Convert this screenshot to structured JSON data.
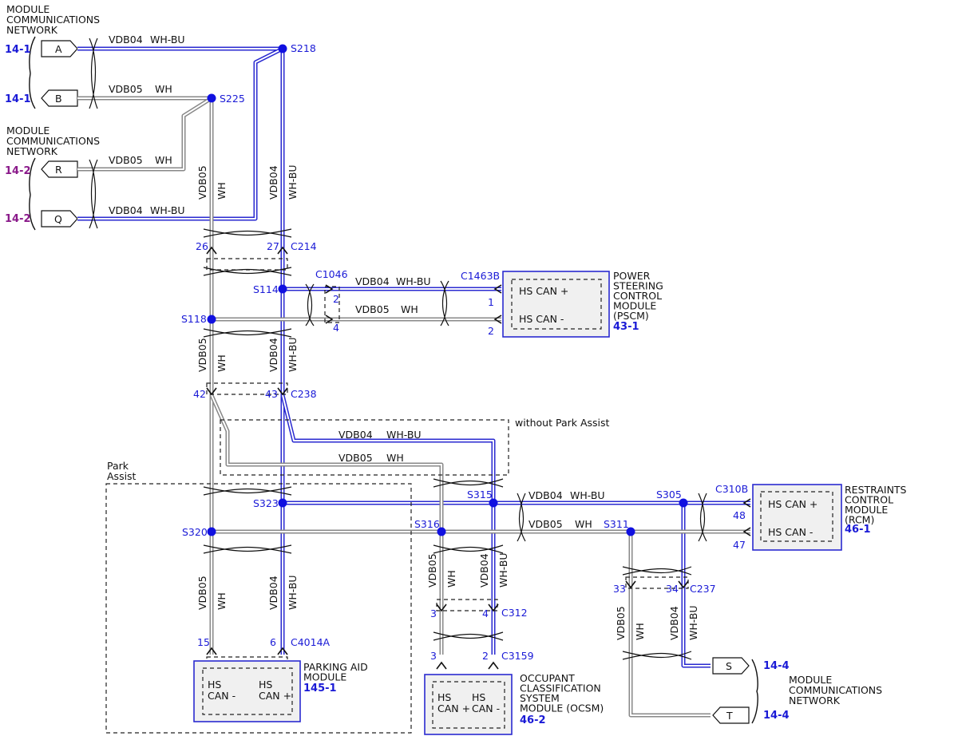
{
  "network_labels": {
    "top": [
      "MODULE",
      "COMMUNICATIONS",
      "NETWORK"
    ],
    "middle": [
      "MODULE",
      "COMMUNICATIONS",
      "NETWORK"
    ],
    "bottom_right": [
      "MODULE",
      "COMMUNICATIONS",
      "NETWORK"
    ]
  },
  "page_refs": {
    "a": "14-1",
    "b": "14-1",
    "r": "14-2",
    "q": "14-2",
    "s": "14-4",
    "t": "14-4"
  },
  "connectors_offpage": {
    "a": "A",
    "b": "B",
    "r": "R",
    "q": "Q",
    "s": "S",
    "t": "T"
  },
  "wires": {
    "vdb04": "VDB04",
    "vdb05": "VDB05",
    "whbu": "WH-BU",
    "wh": "WH"
  },
  "splices": {
    "s218": "S218",
    "s225": "S225",
    "s114": "S114",
    "s118": "S118",
    "s323": "S323",
    "s320": "S320",
    "s315": "S315",
    "s316": "S316",
    "s305": "S305",
    "s311": "S311"
  },
  "connectors": {
    "c214": "C214",
    "c1046": "C1046",
    "c1463b": "C1463B",
    "c238": "C238",
    "c310b": "C310B",
    "c312": "C312",
    "c3159": "C3159",
    "c237": "C237",
    "c4014a": "C4014A"
  },
  "pins": {
    "p26": "26",
    "p27": "27",
    "p2a": "2",
    "p4a": "4",
    "p1": "1",
    "p2b": "2",
    "p42": "42",
    "p43": "43",
    "p48": "48",
    "p47": "47",
    "p3a": "3",
    "p4b": "4",
    "p3b": "3",
    "p2c": "2",
    "p33": "33",
    "p34": "34",
    "p15": "15",
    "p6": "6"
  },
  "modules": {
    "pscm": {
      "name": [
        "POWER",
        "STEERING",
        "CONTROL",
        "MODULE",
        "(PSCM)"
      ],
      "ref": "43-1",
      "pin_plus": "HS CAN +",
      "pin_minus": "HS CAN -"
    },
    "rcm": {
      "name": [
        "RESTRAINTS",
        "CONTROL",
        "MODULE",
        "(RCM)"
      ],
      "ref": "46-1",
      "pin_plus": "HS CAN +",
      "pin_minus": "HS CAN -"
    },
    "pam": {
      "name": [
        "PARKING AID",
        "MODULE"
      ],
      "ref": "145-1",
      "left_pin": [
        "HS",
        "CAN -"
      ],
      "right_pin": [
        "HS",
        "CAN +"
      ]
    },
    "ocsm": {
      "name": [
        "OCCUPANT",
        "CLASSIFICATION",
        "SYSTEM",
        "MODULE (OCSM)"
      ],
      "ref": "46-2",
      "left_pin": [
        "HS",
        "CAN +"
      ],
      "right_pin": [
        "HS",
        "CAN -"
      ]
    }
  },
  "options": {
    "without_park_assist": "without Park Assist",
    "park_assist": [
      "Park",
      "Assist"
    ]
  }
}
